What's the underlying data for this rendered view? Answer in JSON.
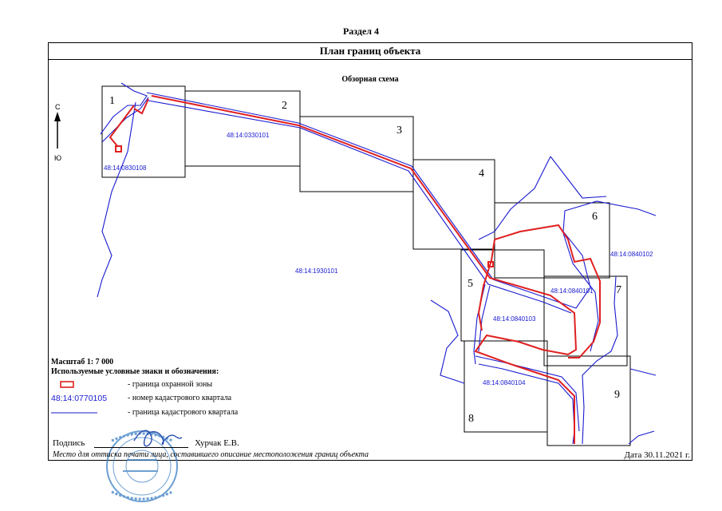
{
  "section_title": "Раздел 4",
  "plan_title": "План границ объекта",
  "overview_title": "Обзорная схема",
  "compass": {
    "north": "С",
    "south": "Ю"
  },
  "sheets": [
    "1",
    "2",
    "3",
    "4",
    "5",
    "6",
    "7",
    "8",
    "9"
  ],
  "cadastral_labels": [
    "48:14:0830108",
    "48:14:0330101",
    "48:14:1930101",
    "48:14:0840102",
    "48:14:0840101",
    "48:14:0840103",
    "48:14:0840104"
  ],
  "legend": {
    "scale": "Масштаб 1: 7 000",
    "title": "Используемые условные знаки и обозначения:",
    "items": [
      {
        "label": "- граница  охранной зоны",
        "code": ""
      },
      {
        "label": "- номер кадастрового квартала",
        "code": "48:14:0770105"
      },
      {
        "label": "- граница кадастрового квартала",
        "code": ""
      }
    ]
  },
  "signature": {
    "label": "Подпись",
    "name": "Хурчак Е.В.",
    "place_note": "Место для оттиска печати лица, составившего описание местоположения границ объекта"
  },
  "date": "Дата 30.11.2021 г.",
  "colors": {
    "zone": "#e02020",
    "cadastral": "#1a1ad0",
    "stamp": "#3b7fc4"
  },
  "stamp": {
    "icon": "round-seal-stamp"
  }
}
